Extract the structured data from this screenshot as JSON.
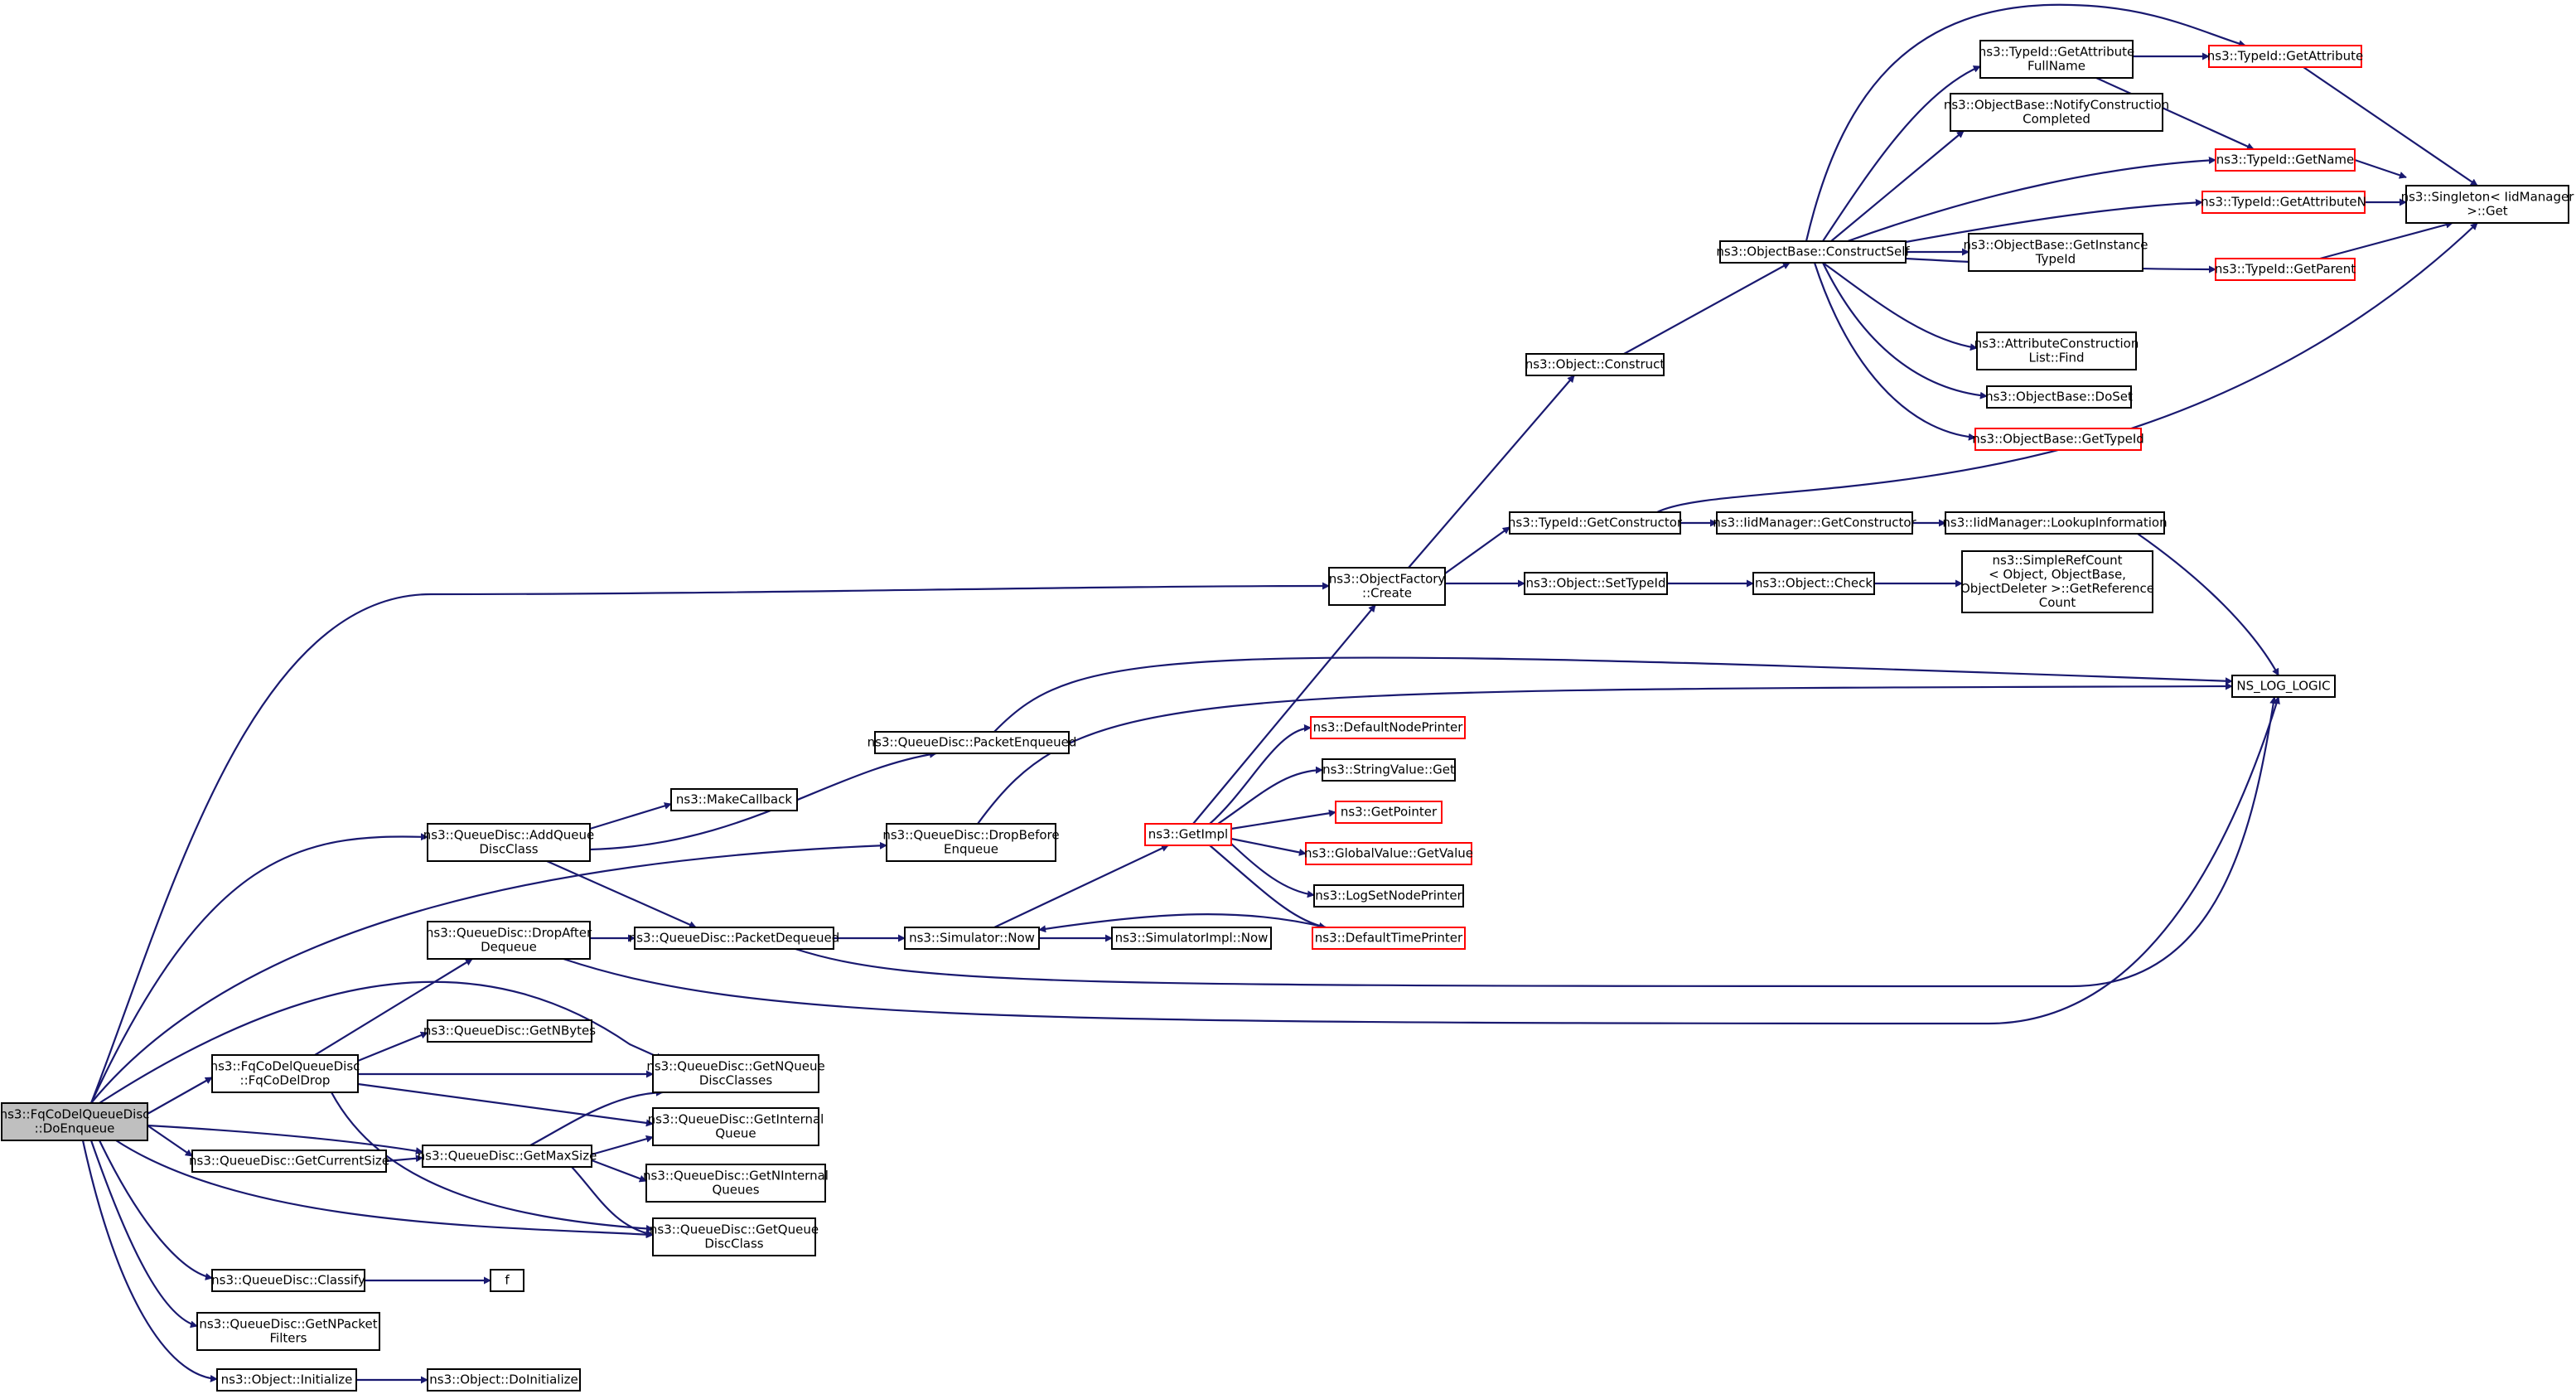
{
  "graph": {
    "title": "",
    "nodes": [
      {
        "id": "root",
        "lines": [
          "ns3::FqCoDelQueueDisc",
          "::DoEnqueue"
        ],
        "style": "root"
      },
      {
        "id": "objfactory",
        "lines": [
          "ns3::ObjectFactory",
          "::Create"
        ],
        "style": "normal"
      },
      {
        "id": "addqueue",
        "lines": [
          "ns3::QueueDisc::AddQueue",
          "DiscClass"
        ],
        "style": "normal"
      },
      {
        "id": "dropbefore",
        "lines": [
          "ns3::QueueDisc::DropBefore",
          "Enqueue"
        ],
        "style": "normal"
      },
      {
        "id": "dropafter",
        "lines": [
          "ns3::QueueDisc::DropAfter",
          "Dequeue"
        ],
        "style": "normal"
      },
      {
        "id": "fqcodeldrop",
        "lines": [
          "ns3::FqCoDelQueueDisc",
          "::FqCoDelDrop"
        ],
        "style": "normal"
      },
      {
        "id": "getnqueue",
        "lines": [
          "ns3::QueueDisc::GetNQueue",
          "DiscClasses"
        ],
        "style": "normal"
      },
      {
        "id": "getcursize",
        "lines": [
          "ns3::QueueDisc::GetCurrentSize"
        ],
        "style": "normal"
      },
      {
        "id": "getmaxsize",
        "lines": [
          "ns3::QueueDisc::GetMaxSize"
        ],
        "style": "normal"
      },
      {
        "id": "getqueuedisc",
        "lines": [
          "ns3::QueueDisc::GetQueue",
          "DiscClass"
        ],
        "style": "normal"
      },
      {
        "id": "classify",
        "lines": [
          "ns3::QueueDisc::Classify"
        ],
        "style": "normal"
      },
      {
        "id": "getnpacket",
        "lines": [
          "ns3::QueueDisc::GetNPacket",
          "Filters"
        ],
        "style": "normal"
      },
      {
        "id": "objinit",
        "lines": [
          "ns3::Object::Initialize"
        ],
        "style": "normal"
      },
      {
        "id": "makecallback",
        "lines": [
          "ns3::MakeCallback"
        ],
        "style": "normal"
      },
      {
        "id": "pktenq",
        "lines": [
          "ns3::QueueDisc::PacketEnqueued"
        ],
        "style": "normal"
      },
      {
        "id": "pktdeq",
        "lines": [
          "ns3::QueueDisc::PacketDequeued"
        ],
        "style": "normal"
      },
      {
        "id": "getnbytes",
        "lines": [
          "ns3::QueueDisc::GetNBytes"
        ],
        "style": "normal"
      },
      {
        "id": "getinternal",
        "lines": [
          "ns3::QueueDisc::GetInternal",
          "Queue"
        ],
        "style": "normal"
      },
      {
        "id": "getninternal",
        "lines": [
          "ns3::QueueDisc::GetNInternal",
          "Queues"
        ],
        "style": "normal"
      },
      {
        "id": "f",
        "lines": [
          "f"
        ],
        "style": "normal"
      },
      {
        "id": "doinit",
        "lines": [
          "ns3::Object::DoInitialize"
        ],
        "style": "normal"
      },
      {
        "id": "simnow",
        "lines": [
          "ns3::Simulator::Now"
        ],
        "style": "normal"
      },
      {
        "id": "simimplnow",
        "lines": [
          "ns3::SimulatorImpl::Now"
        ],
        "style": "normal"
      },
      {
        "id": "getimpl",
        "lines": [
          "ns3::GetImpl"
        ],
        "style": "red"
      },
      {
        "id": "defnodeprinter",
        "lines": [
          "ns3::DefaultNodePrinter"
        ],
        "style": "red"
      },
      {
        "id": "stringvalget",
        "lines": [
          "ns3::StringValue::Get"
        ],
        "style": "normal"
      },
      {
        "id": "getpointer",
        "lines": [
          "ns3::GetPointer"
        ],
        "style": "red"
      },
      {
        "id": "globalvalget",
        "lines": [
          "ns3::GlobalValue::GetValue"
        ],
        "style": "red"
      },
      {
        "id": "logsetnode",
        "lines": [
          "ns3::LogSetNodePrinter"
        ],
        "style": "normal"
      },
      {
        "id": "deftimeprinter",
        "lines": [
          "ns3::DefaultTimePrinter"
        ],
        "style": "red"
      },
      {
        "id": "objconstruct",
        "lines": [
          "ns3::Object::Construct"
        ],
        "style": "normal"
      },
      {
        "id": "typeidgetctor",
        "lines": [
          "ns3::TypeId::GetConstructor"
        ],
        "style": "normal"
      },
      {
        "id": "objsettypeid",
        "lines": [
          "ns3::Object::SetTypeId"
        ],
        "style": "normal"
      },
      {
        "id": "constructself",
        "lines": [
          "ns3::ObjectBase::ConstructSelf"
        ],
        "style": "normal"
      },
      {
        "id": "iidgetctor",
        "lines": [
          "ns3::IidManager::GetConstructor"
        ],
        "style": "normal"
      },
      {
        "id": "objcheck",
        "lines": [
          "ns3::Object::Check"
        ],
        "style": "normal"
      },
      {
        "id": "lookupinfo",
        "lines": [
          "ns3::IidManager::LookupInformation"
        ],
        "style": "normal"
      },
      {
        "id": "simplerefcount",
        "lines": [
          "ns3::SimpleRefCount",
          "< Object, ObjectBase,",
          "ObjectDeleter >::GetReference",
          "Count"
        ],
        "style": "normal"
      },
      {
        "id": "nslog",
        "lines": [
          "NS_LOG_LOGIC"
        ],
        "style": "normal"
      },
      {
        "id": "getattrfullname",
        "lines": [
          "ns3::TypeId::GetAttribute",
          "FullName"
        ],
        "style": "normal"
      },
      {
        "id": "notifyconstr",
        "lines": [
          "ns3::ObjectBase::NotifyConstruction",
          "Completed"
        ],
        "style": "normal"
      },
      {
        "id": "getinstancetypeid",
        "lines": [
          "ns3::ObjectBase::GetInstance",
          "TypeId"
        ],
        "style": "normal"
      },
      {
        "id": "attrconstrfind",
        "lines": [
          "ns3::AttributeConstruction",
          "List::Find"
        ],
        "style": "normal"
      },
      {
        "id": "objbasedoset",
        "lines": [
          "ns3::ObjectBase::DoSet"
        ],
        "style": "normal"
      },
      {
        "id": "objbasegettypeid",
        "lines": [
          "ns3::ObjectBase::GetTypeId"
        ],
        "style": "red"
      },
      {
        "id": "typeidgetattr",
        "lines": [
          "ns3::TypeId::GetAttribute"
        ],
        "style": "red"
      },
      {
        "id": "typeidgetname",
        "lines": [
          "ns3::TypeId::GetName"
        ],
        "style": "red"
      },
      {
        "id": "typeidgetattrn",
        "lines": [
          "ns3::TypeId::GetAttributeN"
        ],
        "style": "red"
      },
      {
        "id": "typeidgetparent",
        "lines": [
          "ns3::TypeId::GetParent"
        ],
        "style": "red"
      },
      {
        "id": "singleton",
        "lines": [
          "ns3::Singleton< IidManager",
          ">::Get"
        ],
        "style": "normal"
      }
    ]
  },
  "colors": {
    "edge": "#191970",
    "root_fill": "#bfbfbf",
    "highlight_border": "#ff0000",
    "border": "#000000"
  }
}
